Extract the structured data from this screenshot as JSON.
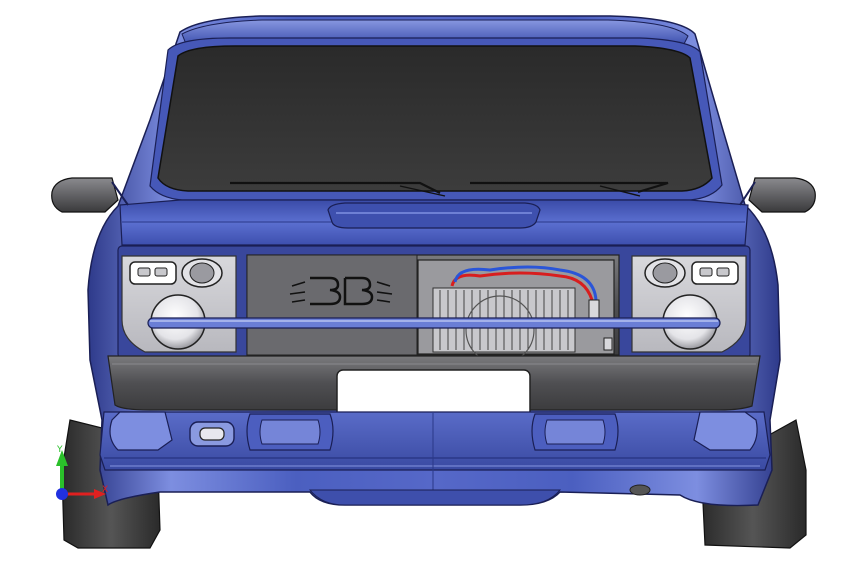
{
  "scene": {
    "subject": "car-front-cad-render",
    "background_color": "#ffffff"
  },
  "colors": {
    "body_blue": "#4a5fbf",
    "body_blue_light": "#8a9ae0",
    "body_blue_dark": "#2a3780",
    "glass": "#2e2e2e",
    "grille_gray": "#6f6f72",
    "bumper_gray": "#58585a",
    "tire_dark": "#3a3a3a",
    "wire_red": "#d81e1e",
    "wire_blue": "#2a55d8",
    "plate_white": "#ffffff",
    "axis_x": "#e02020",
    "axis_y": "#2ac02a",
    "axis_z": "#2030e0"
  },
  "triad": {
    "x_label": "X",
    "y_label": "Y"
  },
  "license_plate": {
    "text": ""
  }
}
